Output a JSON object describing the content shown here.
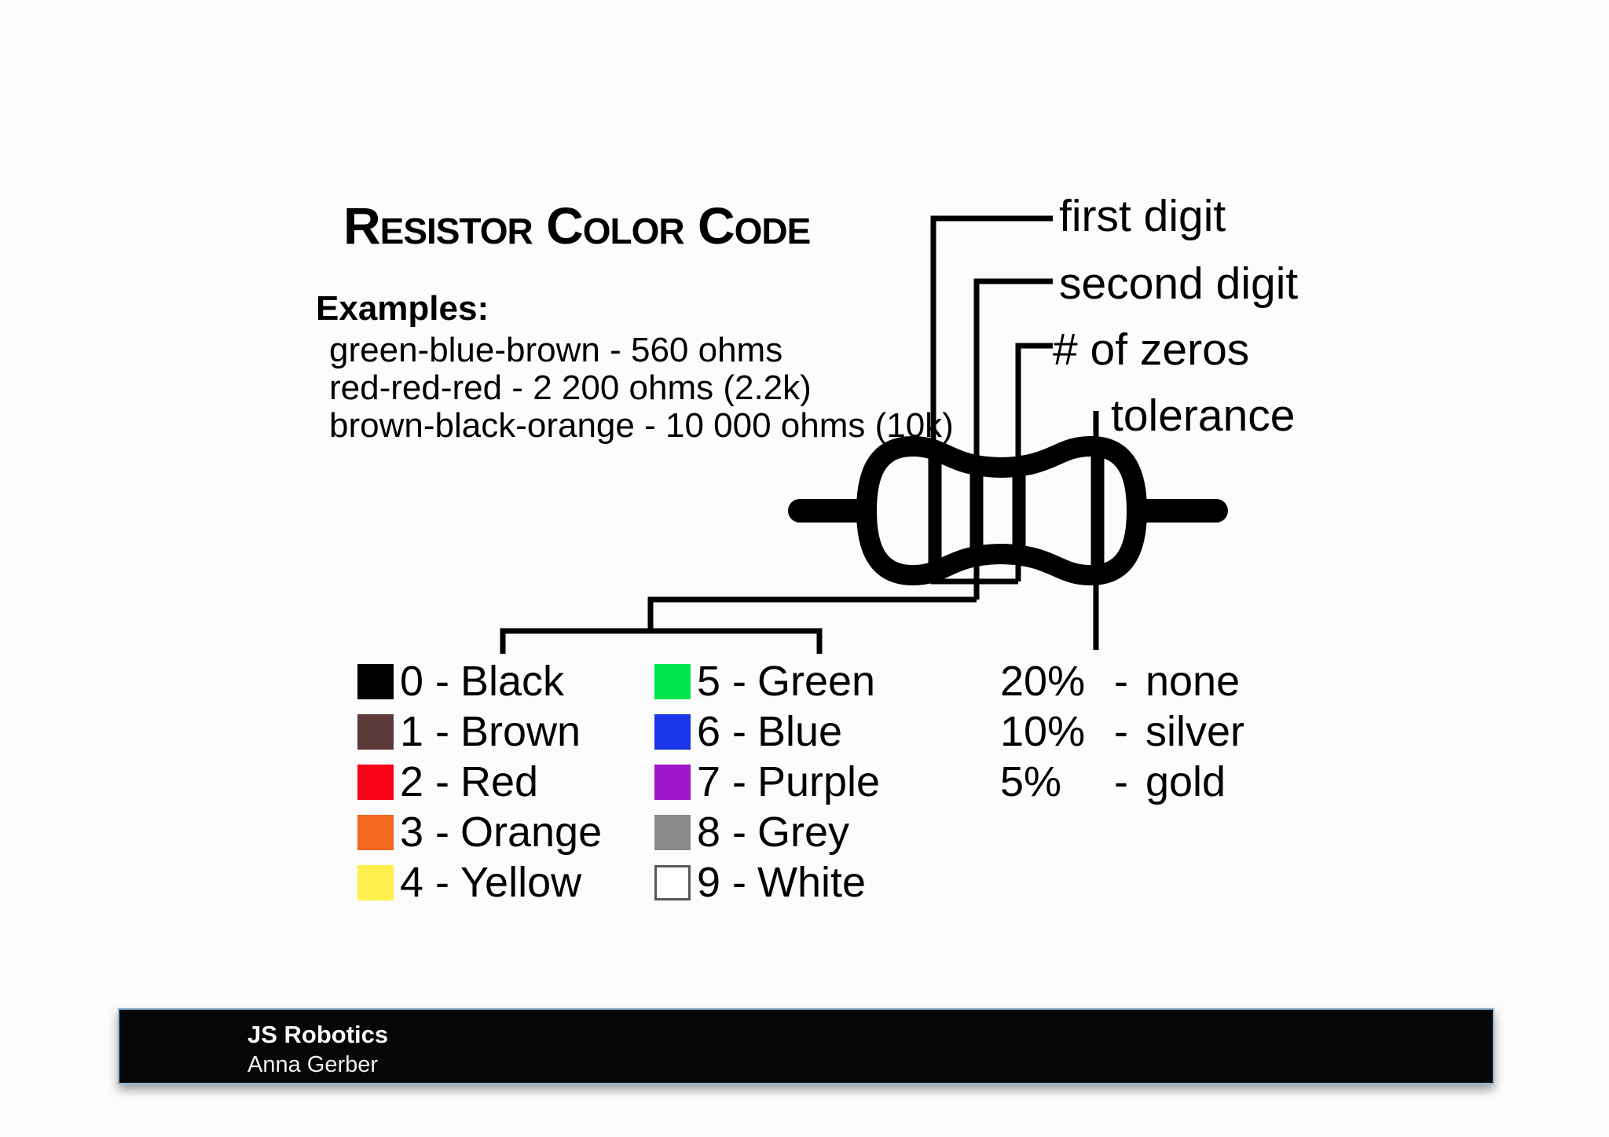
{
  "title": "Resistor Color Code",
  "examples": {
    "heading": "Examples:",
    "items": [
      "green-blue-brown - 560 ohms",
      "red-red-red - 2 200 ohms (2.2k)",
      "brown-black-orange - 10 000 ohms (10k)"
    ]
  },
  "band_labels": {
    "first": "first digit",
    "second": "second digit",
    "zeros": "# of zeros",
    "tolerance": "tolerance"
  },
  "legend": {
    "digits": [
      {
        "digit": "0",
        "sep": "-",
        "name": "Black",
        "color": "#000000"
      },
      {
        "digit": "1",
        "sep": "-",
        "name": "Brown",
        "color": "#5d3a3a"
      },
      {
        "digit": "2",
        "sep": "-",
        "name": "Red",
        "color": "#f70318"
      },
      {
        "digit": "3",
        "sep": "-",
        "name": "Orange",
        "color": "#f3691f"
      },
      {
        "digit": "4",
        "sep": "-",
        "name": "Yellow",
        "color": "#fdf04e"
      },
      {
        "digit": "5",
        "sep": "-",
        "name": "Green",
        "color": "#00e64f"
      },
      {
        "digit": "6",
        "sep": "-",
        "name": "Blue",
        "color": "#1b35e8"
      },
      {
        "digit": "7",
        "sep": "-",
        "name": "Purple",
        "color": "#9e17cc"
      },
      {
        "digit": "8",
        "sep": "-",
        "name": "Grey",
        "color": "#8a8a8a"
      },
      {
        "digit": "9",
        "sep": "-",
        "name": "White",
        "color": "#ffffff"
      }
    ],
    "tolerances": [
      {
        "value": "20%",
        "sep": "-",
        "name": "none"
      },
      {
        "value": "10%",
        "sep": "-",
        "name": "silver"
      },
      {
        "value": "5%",
        "sep": "-",
        "name": "gold"
      }
    ]
  },
  "footer": {
    "company": "JS Robotics",
    "author": "Anna Gerber"
  },
  "colors": {
    "line": "#000000",
    "footer_border": "#8cb4d2"
  }
}
